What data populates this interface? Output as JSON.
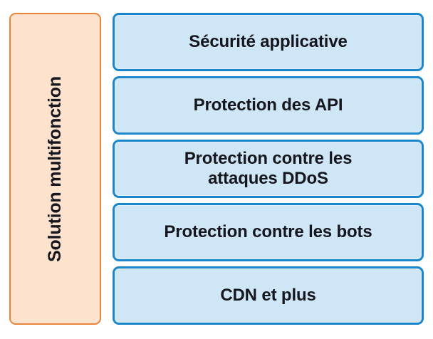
{
  "diagram": {
    "title_panel": {
      "label": "Solution multifonction",
      "orientation": "vertical-bottom-to-top",
      "fill_color": "#fde3cd",
      "border_color": "#e8853a"
    },
    "features": {
      "fill_color": "#cee6f5",
      "border_color": "#1a87cc",
      "text_color": "#16161e",
      "items": [
        {
          "label": "Sécurité applicative",
          "lines": [
            "Sécurité applicative"
          ]
        },
        {
          "label": "Protection des API",
          "lines": [
            "Protection des API"
          ]
        },
        {
          "label": "Protection contre les attaques DDoS",
          "lines": [
            "Protection contre les",
            "attaques DDoS"
          ]
        },
        {
          "label": "Protection contre les bots",
          "lines": [
            "Protection contre les bots"
          ]
        },
        {
          "label": "CDN et plus",
          "lines": [
            "CDN et plus"
          ]
        }
      ]
    }
  }
}
